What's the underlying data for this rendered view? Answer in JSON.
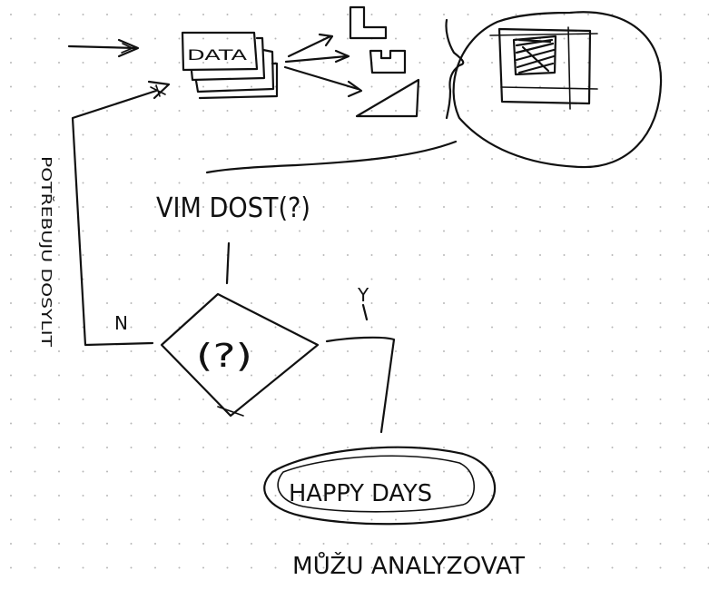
{
  "sketch": {
    "data_label": "DATA",
    "question_text": "VIM DOST(?)",
    "decision_symbol": "(?)",
    "no_label": "N",
    "yes_label": "Y",
    "loop_label": "POTŘEBUJU DOSYLIT",
    "terminal_label": "HAPPY DAYS",
    "outcome_text": "MŮŽU ANALYZOVAT",
    "colors": {
      "ink": "#111111",
      "dots": "#b8b8b8",
      "background": "#ffffff"
    }
  }
}
